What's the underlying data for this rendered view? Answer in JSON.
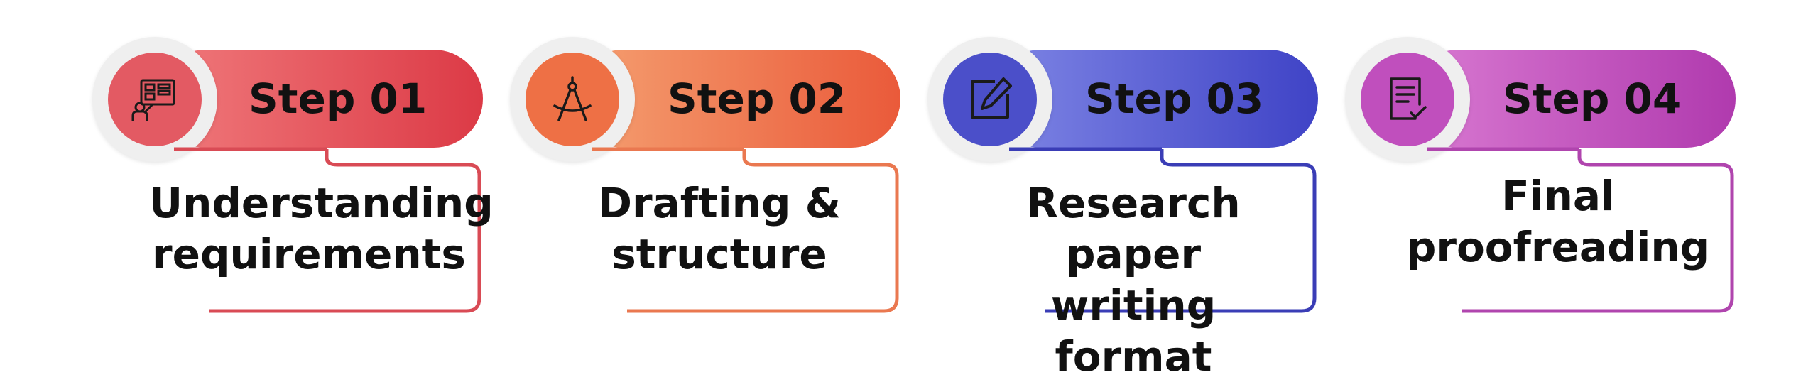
{
  "steps": [
    {
      "label": "Step 01",
      "description_line1": "Understanding",
      "description_line2": "requirements",
      "icon": "presentation-board-icon",
      "colors": {
        "start": "#f07a7c",
        "end": "#dc3a46",
        "disc": "#e35a63",
        "line": "#d94b55"
      }
    },
    {
      "label": "Step 02",
      "description_line1": "Drafting &",
      "description_line2": "structure",
      "icon": "compass-icon",
      "colors": {
        "start": "#f5a071",
        "end": "#ea5a3a",
        "disc": "#ee7045",
        "line": "#ea7850"
      }
    },
    {
      "label": "Step 03",
      "description_line1": "Research paper",
      "description_line2": "writing format",
      "icon": "edit-icon",
      "colors": {
        "start": "#7f86e5",
        "end": "#3f43c6",
        "disc": "#4b4fc9",
        "line": "#3a3db6"
      }
    },
    {
      "label": "Step 04",
      "description_line1": "Final",
      "description_line2": "proofreading",
      "icon": "checklist-icon",
      "colors": {
        "start": "#d97ad2",
        "end": "#b03aae",
        "disc": "#c04fbd",
        "line": "#b045ae"
      }
    }
  ]
}
